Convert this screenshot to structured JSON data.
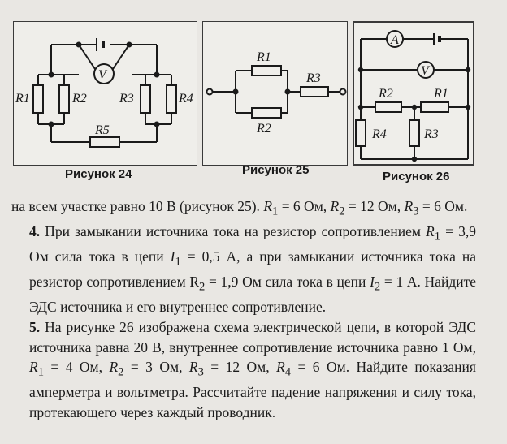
{
  "figures": {
    "fig24": {
      "caption": "Рисунок 24",
      "labels": {
        "r1": "R1",
        "r2": "R2",
        "r3": "R3",
        "r4": "R4",
        "r5": "R5",
        "voltmeter": "V"
      }
    },
    "fig25": {
      "caption": "Рисунок 25",
      "labels": {
        "r1": "R1",
        "r2": "R2",
        "r3": "R3"
      }
    },
    "fig26": {
      "caption": "Рисунок 26",
      "labels": {
        "ammeter": "A",
        "voltmeter": "V",
        "r1": "R1",
        "r2": "R2",
        "r3": "R3",
        "r4": "R4"
      }
    }
  },
  "text": {
    "p_cont": {
      "a": "на всем участке равно 10 В (рисунок 25). ",
      "r1": "R",
      "r1sub": "1",
      "a2": " = 6 Ом, ",
      "r2": "R",
      "r2sub": "2",
      "a3": " = 12 Ом,",
      "r3": "R",
      "r3sub": "3",
      "a4": " = 6 Ом."
    },
    "p4": {
      "num": "4.",
      "t1": " При замыкании источника тока на резистор сопротивлением ",
      "r1": "R",
      "r1sub": "1",
      "t2": " = 3,9 Ом сила тока в цепи ",
      "i1": "I",
      "i1sub": "1",
      "t3": " = 0,5 А, а при замыкании источника тока на резистор сопротивлением R",
      "r2sub": "2",
      "t4": " = 1,9 Ом сила тока в цепи ",
      "i2": "I",
      "i2sub": "2",
      "t5": " = 1 А. Найдите ЭДС источника и его внутреннее сопротивление."
    },
    "p5": {
      "num": "5.",
      "t1": " На рисунке 26 изображена схема электрической цепи, в которой ЭДС источника равна 20 В, внутреннее сопротивление источника равно 1 Ом, ",
      "r1": "R",
      "r1sub": "1",
      "t2": " = 4 Ом, ",
      "r2": "R",
      "r2sub": "2",
      "t3": " = 3 Ом, ",
      "r3": "R",
      "r3sub": "3",
      "t4": " = 12 Ом, ",
      "r4": "R",
      "r4sub": "4",
      "t5": " = 6 Ом. Найдите показания амперметра и вольтметра. Рассчитайте падение напряжения и силу тока, протекающего через каждый проводник."
    }
  }
}
